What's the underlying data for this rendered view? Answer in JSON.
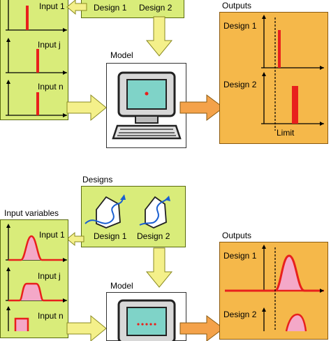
{
  "colors": {
    "input_panel": "#d9ec7a",
    "output_panel": "#f5b84a",
    "green_arrow": "#f4f08a",
    "orange_arrow": "#f4a24a",
    "bar_red": "#e8201c",
    "dist_fill": "#f4a8c8"
  },
  "top": {
    "designs_labels": [
      "Design 1",
      "Design 2"
    ],
    "inputs": [
      "Input 1",
      "Input j",
      "Input n"
    ],
    "model_label": "Model",
    "outputs_title": "Outputs",
    "outputs": [
      "Design 1",
      "Design 2"
    ],
    "limit_label": "Limit"
  },
  "bottom": {
    "designs_title": "Designs",
    "designs_labels": [
      "Design 1",
      "Design 2"
    ],
    "input_title": "Input variables",
    "inputs": [
      "Input 1",
      "Input j",
      "Input n"
    ],
    "model_label": "Model",
    "outputs_title": "Outputs",
    "outputs": [
      "Design 1",
      "Design 2"
    ]
  },
  "icons": [
    "computer-icon",
    "design-shape-icon"
  ]
}
